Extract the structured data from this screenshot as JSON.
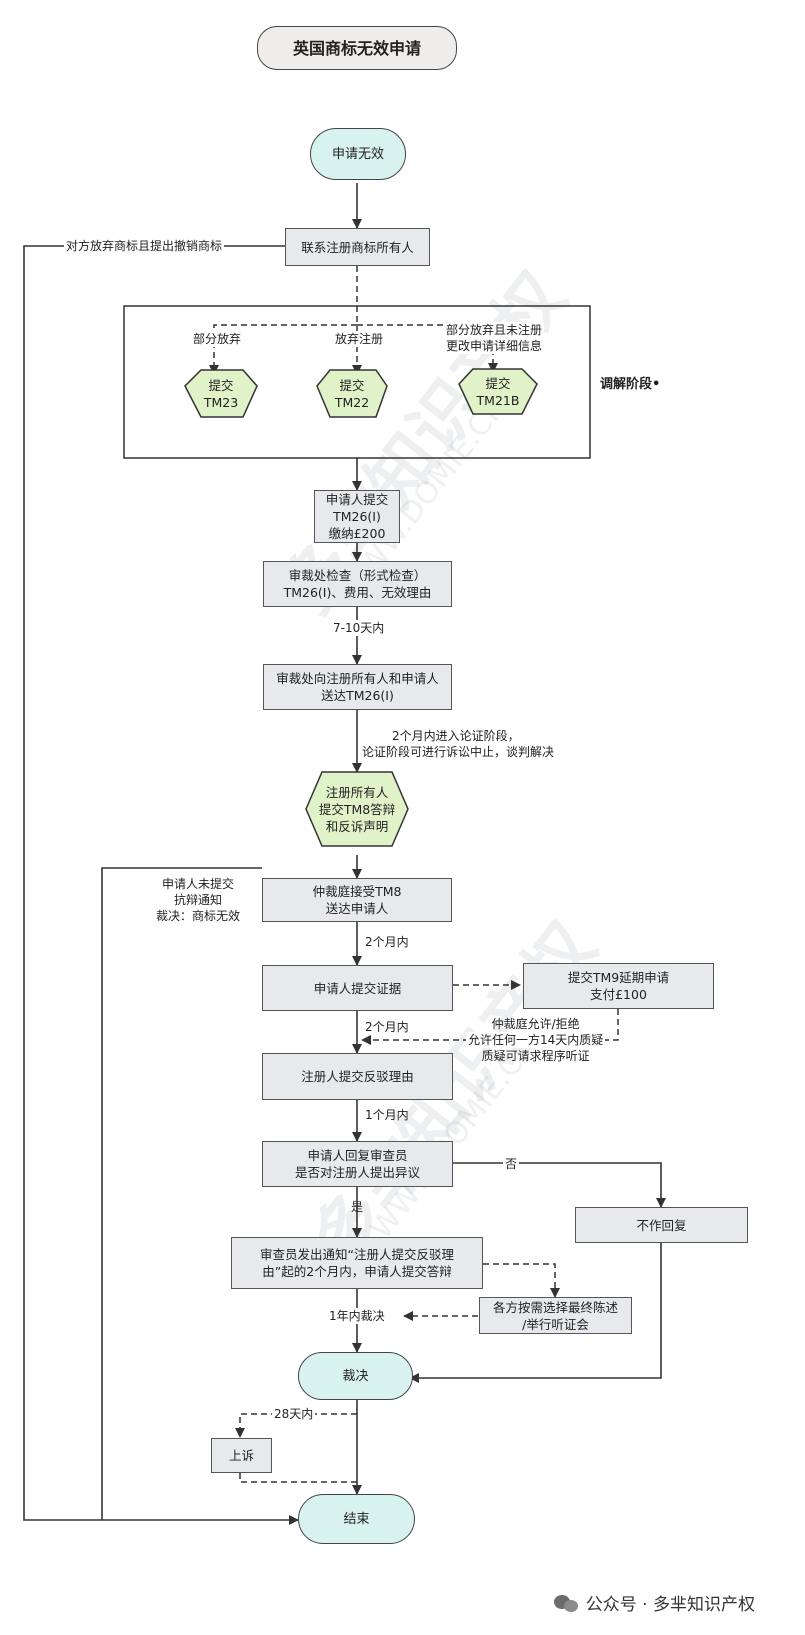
{
  "title": "英国商标无效申请",
  "nodes": {
    "apply_invalid": "申请无效",
    "contact_owner": "联系注册商标所有人",
    "tm23": [
      "提交",
      "TM23"
    ],
    "tm22": [
      "提交",
      "TM22"
    ],
    "tm21b": [
      "提交",
      "TM21B"
    ],
    "applicant_submit_tm26": [
      "申请人提交",
      "TM26(I)",
      "缴纳£200"
    ],
    "registry_check": [
      "审裁处检查（形式检查）",
      "TM26(I)、费用、无效理由"
    ],
    "registry_serve": [
      "审裁处向注册所有人和申请人",
      "送达TM26(I)"
    ],
    "owner_tm8": [
      "注册所有人",
      "提交TM8答辩",
      "和反诉声明"
    ],
    "tribunal_accept_tm8": [
      "仲裁庭接受TM8",
      "送达申请人"
    ],
    "applicant_evidence": "申请人提交证据",
    "tm9_extension": [
      "提交TM9延期申请",
      "支付£100"
    ],
    "owner_rebuttal": "注册人提交反驳理由",
    "applicant_reply": [
      "申请人回复审查员",
      "是否对注册人提出异议"
    ],
    "no_reply": "不作回复",
    "examiner_notice": [
      "审查员发出通知“注册人提交反驳理",
      "由”起的2个月内，申请人提交答辩"
    ],
    "final_submissions": [
      "各方按需选择最终陈述",
      "/举行听证会"
    ],
    "decision": "裁决",
    "appeal": "上诉",
    "end": "结束"
  },
  "labels": {
    "withdraw_cancel": "对方放弃商标且提出撤销商标",
    "partial_abandon": "部分放弃",
    "abandon_registration": "放弃注册",
    "partial_abandon_change": [
      "部分放弃且未注册",
      "更改申请详细信息"
    ],
    "mediation_stage": "调解阶段",
    "days_7_10": "7-10天内",
    "argument_stage": [
      "2个月内进入论证阶段，",
      "论证阶段可进行诉讼中止，谈判解决"
    ],
    "no_counterstatement": [
      "申请人未提交",
      "抗辩通知",
      "裁决：商标无效"
    ],
    "within_2_months_a": "2个月内",
    "within_2_months_b": "2个月内",
    "tribunal_allow": [
      "仲裁庭允许/拒绝",
      "允许任何一方14天内质疑",
      "质疑可请求程序听证"
    ],
    "within_1_month": "1个月内",
    "no": "否",
    "yes": "是",
    "within_1_year": "1年内裁决",
    "within_28_days": "28天内"
  },
  "watermark": "公众号 · 多芈知识产权",
  "background_watermark": [
    "多芈知识产权",
    "WWW.DOMIE.CN"
  ],
  "colors": {
    "box_fill": "#e7e9ec",
    "terminal_fill": "#d8f2ef",
    "hexagon_fill": "#dff2c8",
    "title_fill": "#efedec",
    "line": "#333333"
  }
}
